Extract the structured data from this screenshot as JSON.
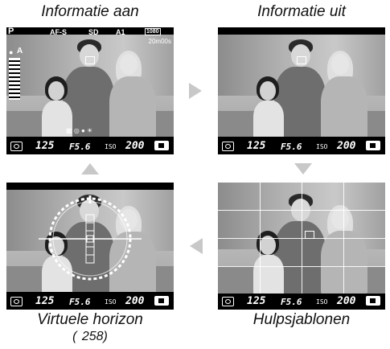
{
  "panels": {
    "info_on": {
      "caption": "Informatie aan"
    },
    "info_off": {
      "caption": "Informatie uit"
    },
    "virtual_horizon": {
      "caption": "Virtuele horizon",
      "page_ref": "(  258)"
    },
    "framing_grid": {
      "caption": "Hulpsjablonen"
    }
  },
  "status_bar": {
    "shutter": "125",
    "aperture": "F5.6",
    "iso_label": "ISO",
    "iso": "200"
  },
  "top_bar": {
    "mode": "P",
    "af_mode": "AF-S",
    "card": "SD",
    "wb": "A1",
    "movie_size": "1080",
    "time_remaining": "20m00s",
    "audio": "A"
  },
  "colors": {
    "arrow": "#c8c8c8",
    "screen_bg": "#000000"
  }
}
